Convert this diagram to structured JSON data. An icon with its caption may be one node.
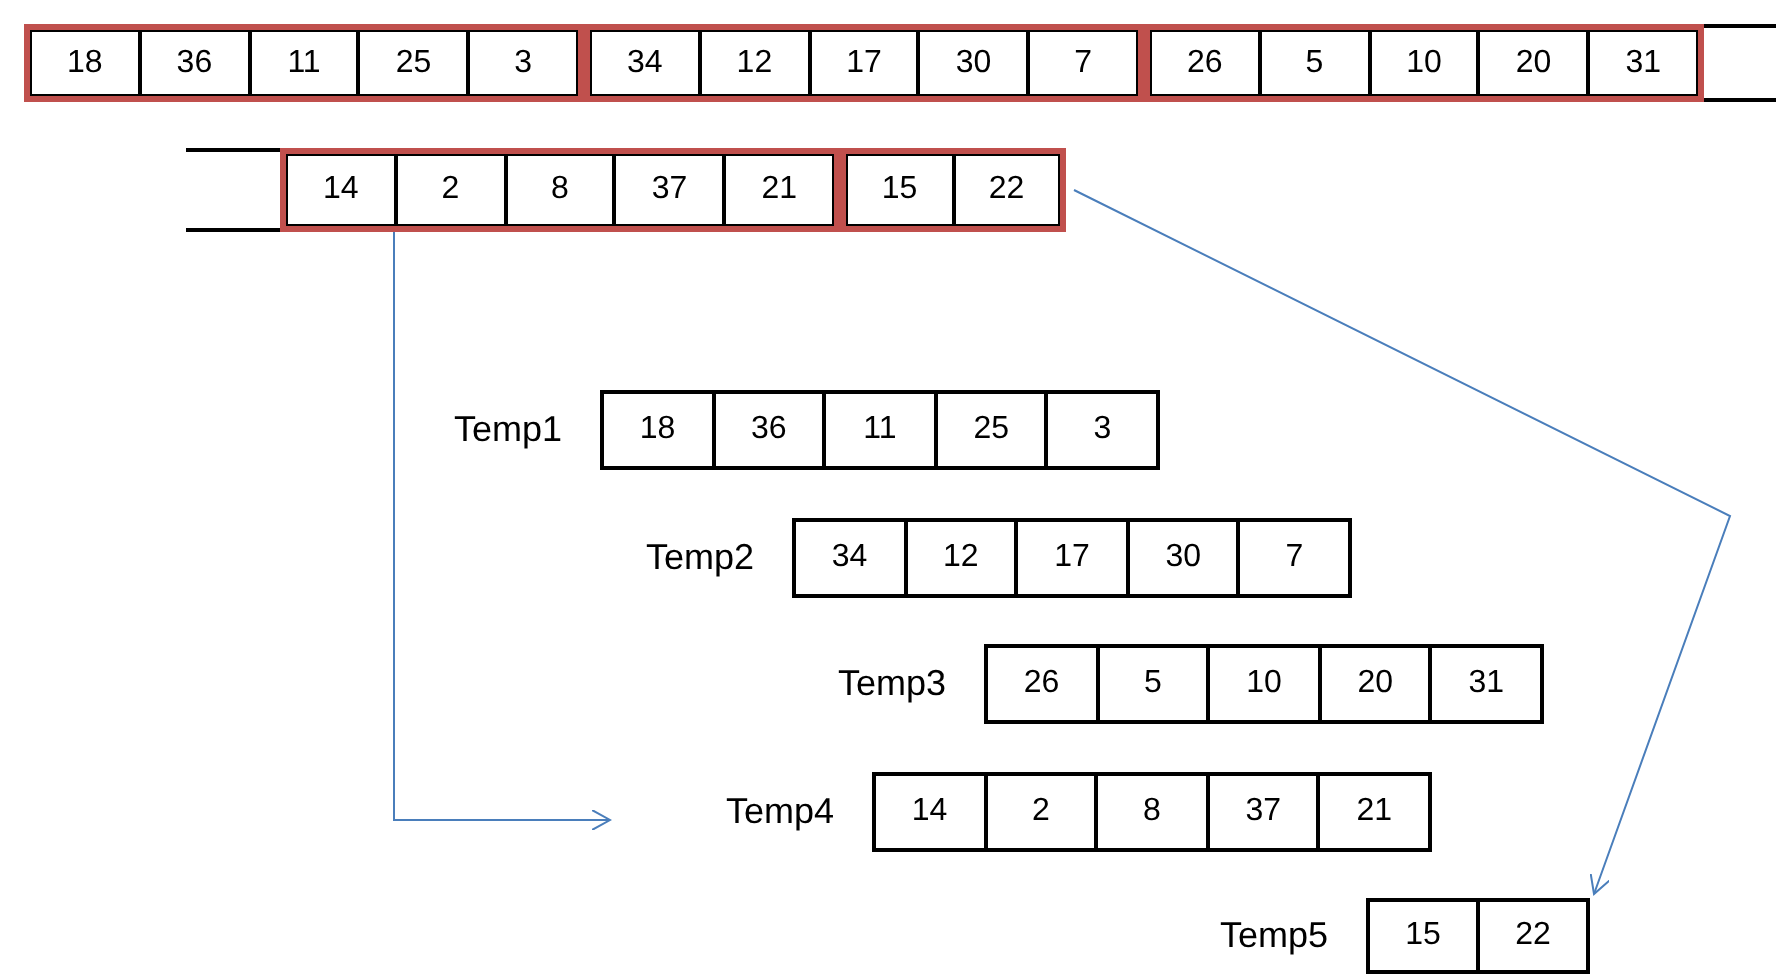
{
  "diagram": {
    "nodes": [
      {
        "text": [],
        "shape": "box"
      },
      {
        "text": [
          "18"
        ],
        "in": 0
      },
      {
        "text": [
          "36"
        ],
        "in": 0
      },
      {
        "text": [
          "11"
        ],
        "in": 0
      },
      {
        "text": [
          "25"
        ],
        "in": 0
      },
      {
        "text": [
          "3"
        ],
        "in": 0
      },
      {
        "text": [],
        "shape": "box"
      },
      {
        "text": [
          "34"
        ],
        "in": 6
      },
      {
        "text": [
          "12"
        ],
        "in": 6
      },
      {
        "text": [
          "17"
        ],
        "in": 6
      },
      {
        "text": [
          "30"
        ],
        "in": 6
      },
      {
        "text": [
          "7"
        ],
        "in": 6
      },
      {
        "text": [],
        "shape": "box"
      },
      {
        "text": [
          "26"
        ],
        "in": 12
      },
      {
        "text": [
          "5"
        ],
        "in": 12
      },
      {
        "text": [
          "10"
        ],
        "in": 12
      },
      {
        "text": [
          "20"
        ],
        "in": 12
      },
      {
        "text": [
          "31"
        ],
        "in": 12
      },
      {
        "text": [],
        "shape": "box"
      },
      {
        "text": [
          "14"
        ],
        "in": 18
      },
      {
        "text": [
          "2"
        ],
        "in": 18
      },
      {
        "text": [
          "8"
        ],
        "in": 18
      },
      {
        "text": [
          "37"
        ],
        "in": 18
      },
      {
        "text": [
          "21"
        ],
        "in": 18
      },
      {
        "text": [],
        "shape": "box"
      },
      {
        "text": [
          "15"
        ],
        "in": 24
      },
      {
        "text": [
          "22"
        ],
        "in": 24
      },
      {
        "text": [
          "Temp1"
        ]
      },
      {
        "text": [
          "18"
        ],
        "in": 27
      },
      {
        "text": [
          "36"
        ],
        "in": 27
      },
      {
        "text": [
          "11"
        ],
        "in": 27
      },
      {
        "text": [
          "25"
        ],
        "in": 27
      },
      {
        "text": [
          "3"
        ],
        "in": 27
      },
      {
        "text": [
          "Temp2"
        ]
      },
      {
        "text": [
          "34"
        ],
        "in": 33
      },
      {
        "text": [
          "12"
        ],
        "in": 33
      },
      {
        "text": [
          "17"
        ],
        "in": 33
      },
      {
        "text": [
          "30"
        ],
        "in": 33
      },
      {
        "text": [
          "7"
        ],
        "in": 33
      },
      {
        "text": [
          "Temp3"
        ]
      },
      {
        "text": [
          "26"
        ],
        "in": 39
      },
      {
        "text": [
          "5"
        ],
        "in": 39
      },
      {
        "text": [
          "10"
        ],
        "in": 39
      },
      {
        "text": [
          "20"
        ],
        "in": 39
      },
      {
        "text": [
          "31"
        ],
        "in": 39
      },
      {
        "text": [
          "Temp4"
        ]
      },
      {
        "text": [
          "14"
        ],
        "in": 45
      },
      {
        "text": [
          "2"
        ],
        "in": 45
      },
      {
        "text": [
          "8"
        ],
        "in": 45
      },
      {
        "text": [
          "37"
        ],
        "in": 45
      },
      {
        "text": [
          "21"
        ],
        "in": 45
      },
      {
        "text": [
          "Temp5"
        ]
      },
      {
        "text": [
          "15"
        ],
        "in": 51
      },
      {
        "text": [
          "22"
        ],
        "in": 51
      }
    ],
    "edges": [
      {
        "from": 18,
        "to": 45,
        "arrow": "to"
      },
      {
        "from": 24,
        "to": 51,
        "arrow": "to"
      }
    ]
  }
}
